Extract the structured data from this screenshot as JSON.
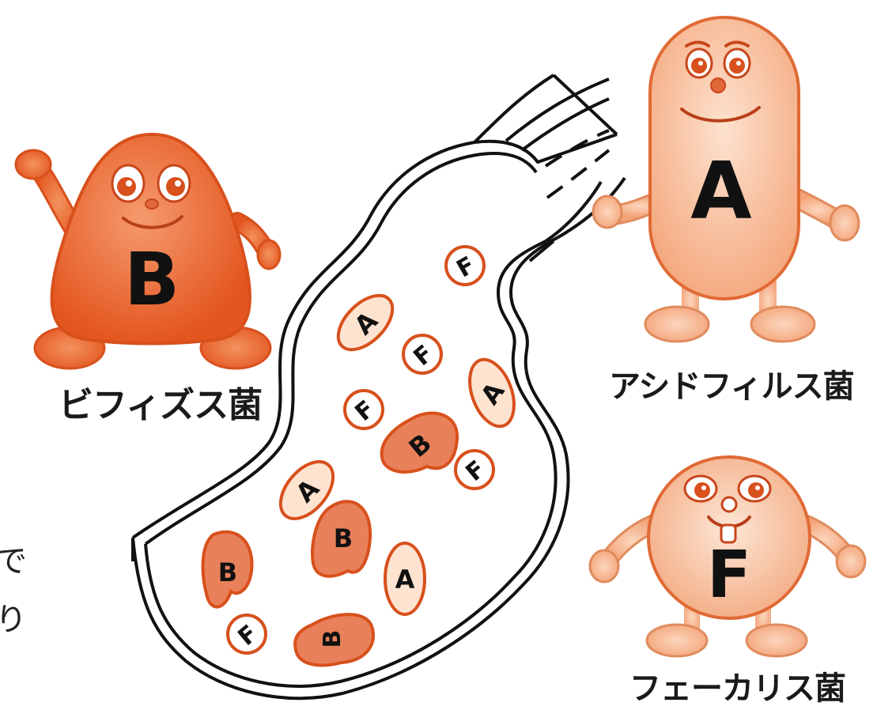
{
  "captions": {
    "bifidus": "ビフィズス菌",
    "acidophilus": "アシドフィルス菌",
    "faecalis": "フェーカリス菌"
  },
  "characters": {
    "bifidus_letter": "B",
    "acidophilus_letter": "A",
    "faecalis_letter": "F"
  },
  "intestine_bacteria": [
    {
      "label": "F"
    },
    {
      "label": "A"
    },
    {
      "label": "F"
    },
    {
      "label": "A"
    },
    {
      "label": "F"
    },
    {
      "label": "B"
    },
    {
      "label": "F"
    },
    {
      "label": "A"
    },
    {
      "label": "B"
    },
    {
      "label": "B"
    },
    {
      "label": "A"
    },
    {
      "label": "F"
    },
    {
      "label": "B"
    }
  ],
  "cut_off_text": {
    "line1": "で",
    "line2": "り"
  },
  "colors": {
    "bifidus_body": "#e9602a",
    "acidophilus_body": "#f7bf9a",
    "faecalis_body": "#f6bf98",
    "outline": "#d8501c",
    "bacteria_light": "#fde3d0",
    "bacteria_dark": "#e8815a"
  }
}
